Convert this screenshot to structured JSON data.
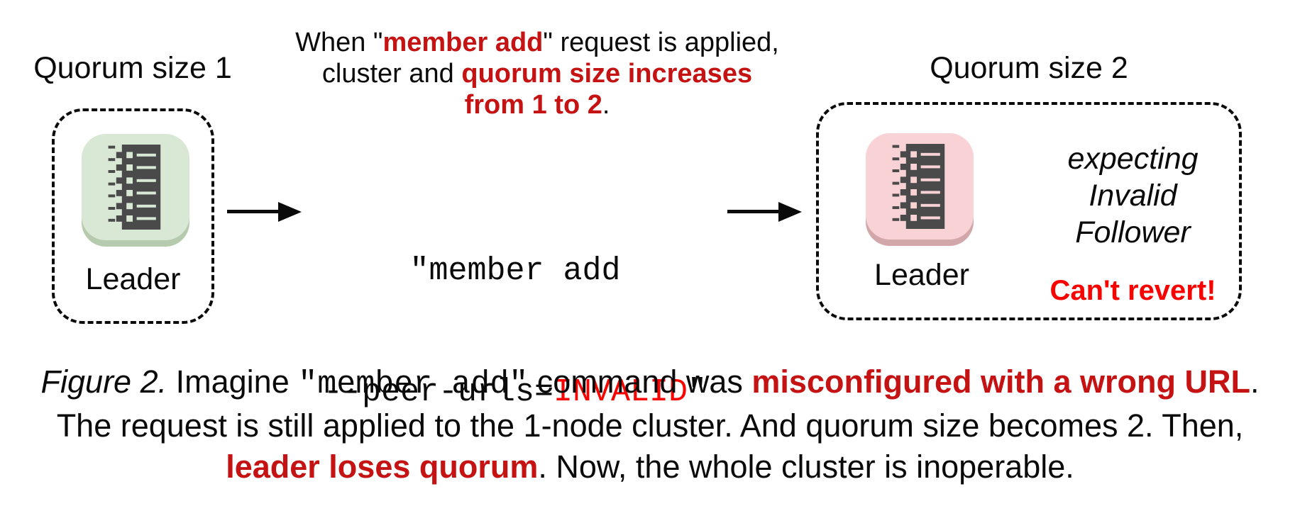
{
  "figure": {
    "left_cluster": {
      "title": "Quorum size 1",
      "node_label": "Leader"
    },
    "right_cluster": {
      "title": "Quorum size 2",
      "node_label": "Leader",
      "expecting_lines": [
        "expecting",
        "Invalid",
        "Follower"
      ],
      "warning": "Can't revert!"
    },
    "annotation": {
      "line1_pre": "When \"",
      "line1_red": "member add",
      "line1_post": "\" request is applied,",
      "line2_pre": "cluster and ",
      "line2_red": "quorum size increases",
      "line3_red": "from 1 to 2",
      "line3_post": "."
    },
    "command": {
      "line1": "\"member add",
      "line2_flag": "--peer-urls=",
      "line2_value": "INVALID",
      "line2_close": "\""
    },
    "caption": {
      "figure_label": "Figure 2.",
      "l1_pre": " Imagine ",
      "l1_code": "\"member add\"",
      "l1_mid": " command was ",
      "l1_red": "misconfigured with a wrong URL",
      "l1_end": ".",
      "l2": "The request is still applied to the 1-node cluster. And quorum size becomes 2. Then,",
      "l3_red": "leader loses quorum",
      "l3_end": ". Now, the whole cluster is inoperable."
    }
  },
  "colors": {
    "ink": "#0a0a0a",
    "red_dark": "#c51212",
    "red_bright": "#f70400",
    "green_bg": "#d8e8d4",
    "green_shadow": "#b6cbae",
    "pink_bg": "#f8d2d4",
    "pink_shadow": "#d2a7a9",
    "glyph": "#4a4a4a"
  }
}
